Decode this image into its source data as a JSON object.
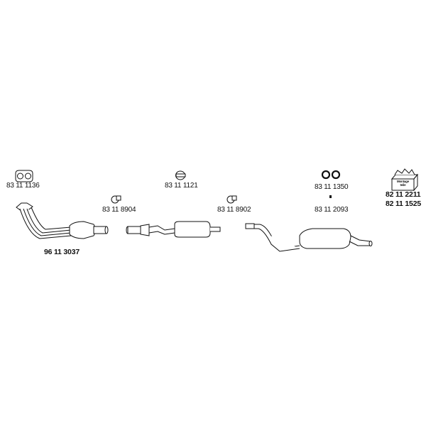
{
  "part_numbers": {
    "gasket_flange": "83 11 1136",
    "clamp_front": "83 11 8904",
    "rubber_ring_mid": "83 11 1121",
    "clamp_rear": "83 11 8902",
    "rubber_rings_rear": "83 11 1350",
    "rear_bracket": "83 11 2093",
    "mounting_kit_1": "82 11 2211",
    "mounting_kit_2": "82 11 1525",
    "front_pipe_catalyst": "96 11 3037"
  },
  "mounting_kit_box_label": "Montage\nteile"
}
